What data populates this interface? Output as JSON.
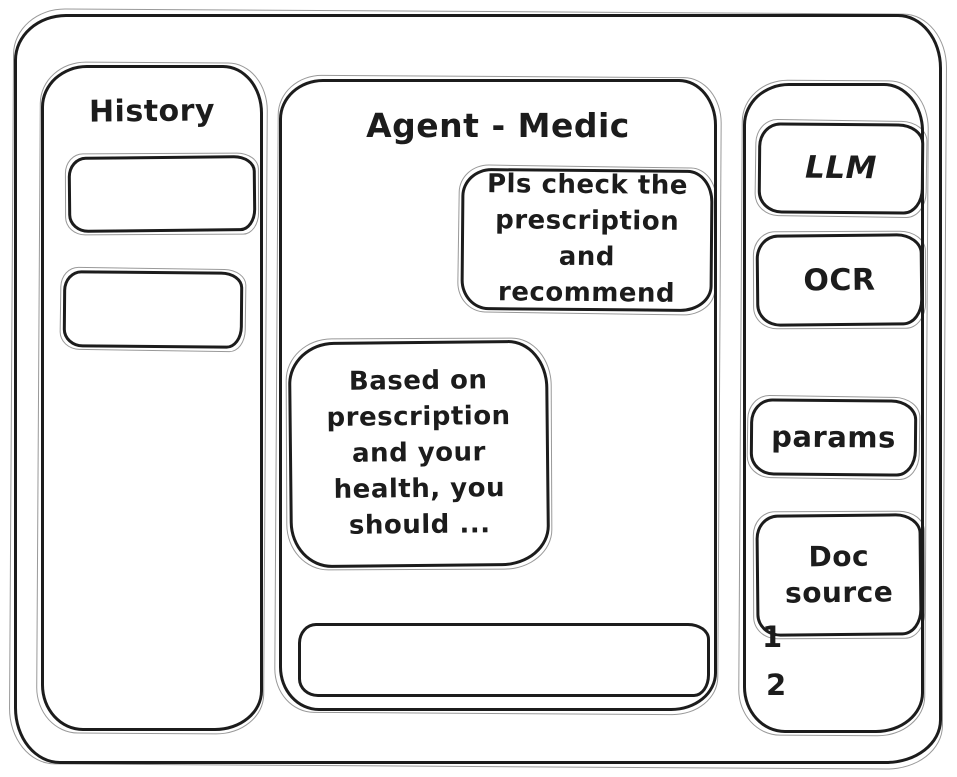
{
  "window": {
    "background": "#ffffff",
    "ink": "#1c1c1c"
  },
  "history_panel": {
    "title": "History",
    "items": [
      {
        "label": ""
      },
      {
        "label": ""
      }
    ]
  },
  "chat_panel": {
    "title": "Agent - Medic",
    "messages": [
      {
        "role": "user",
        "text": "Pls check the prescription and recommend"
      },
      {
        "role": "assistant",
        "text": "Based on prescription and your health, you should ..."
      }
    ],
    "input": {
      "value": "",
      "placeholder": ""
    }
  },
  "tools_panel": {
    "buttons": [
      {
        "label": "LLM"
      },
      {
        "label": "OCR"
      },
      {
        "label": "params"
      },
      {
        "label": "Doc source"
      }
    ],
    "doc_source_items": [
      "1",
      "2"
    ]
  }
}
